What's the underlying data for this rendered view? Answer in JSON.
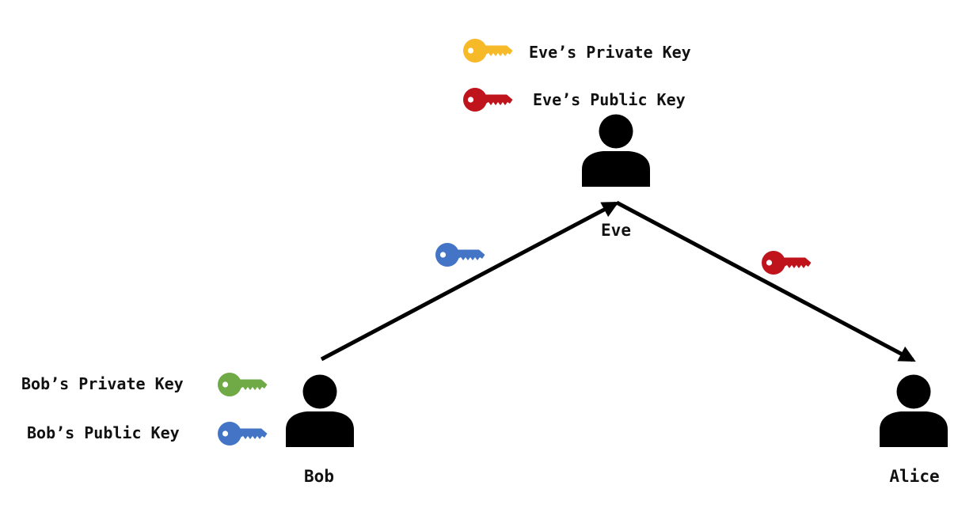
{
  "colors": {
    "eve_private": "#F6B928",
    "eve_public": "#C0141C",
    "bob_private": "#6FAA47",
    "bob_public": "#4374C5",
    "ink": "#000000"
  },
  "legend": {
    "eve_private": "Eve’s Private Key",
    "eve_public": "Eve’s Public Key",
    "bob_private": "Bob’s Private Key",
    "bob_public": "Bob’s Public Key"
  },
  "people": {
    "bob": "Bob",
    "eve": "Eve",
    "alice": "Alice"
  },
  "icons": {
    "person": "person-icon",
    "key": "key-icon",
    "arrow": "arrow-right"
  }
}
